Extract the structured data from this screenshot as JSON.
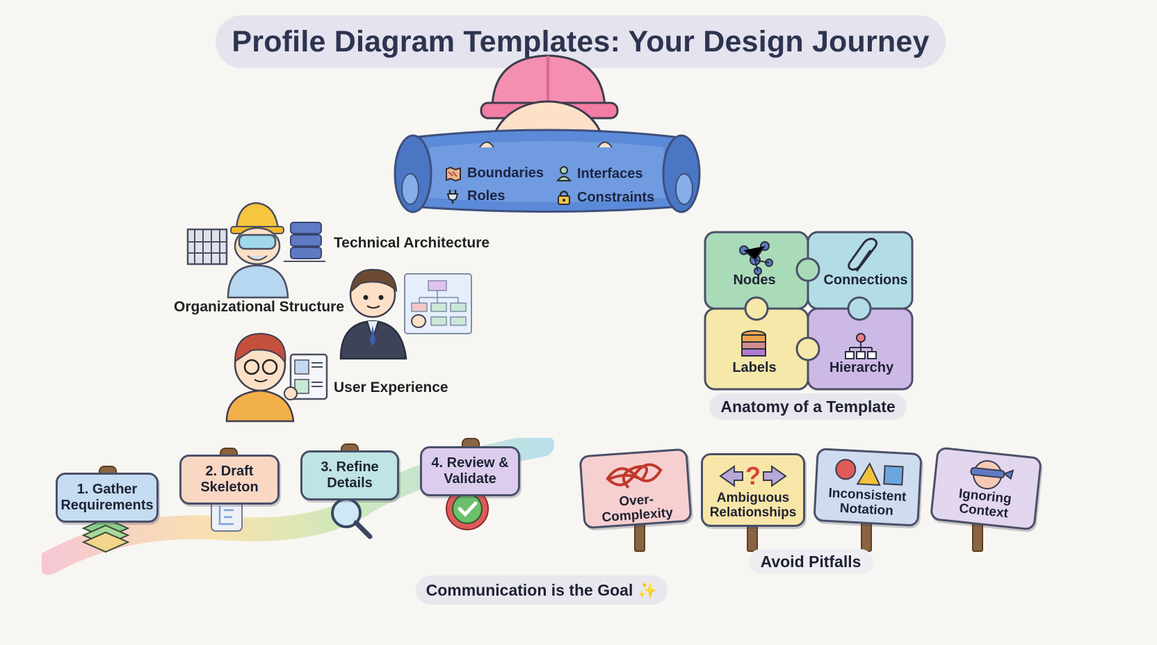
{
  "title": "Profile Diagram Templates: Your Design Journey",
  "scroll": {
    "items": [
      {
        "label": "Boundaries",
        "icon": "map-icon"
      },
      {
        "label": "Interfaces",
        "icon": "person-icon"
      },
      {
        "label": "Roles",
        "icon": "plug-icon"
      },
      {
        "label": "Constraints",
        "icon": "lock-icon"
      }
    ]
  },
  "stakeholders": {
    "technical": "Technical Architecture",
    "organizational": "Organizational Structure",
    "user": "User Experience"
  },
  "anatomy": {
    "title": "Anatomy of a Template",
    "pieces": [
      {
        "label": "Nodes",
        "color": "#a9dbb8"
      },
      {
        "label": "Connections",
        "color": "#b3dde6"
      },
      {
        "label": "Labels",
        "color": "#f6e8a8"
      },
      {
        "label": "Hierarchy",
        "color": "#cdb9e6"
      }
    ]
  },
  "steps": [
    {
      "line1": "1. Gather",
      "line2": "Requirements",
      "color": "#c5dcf2"
    },
    {
      "line1": "2. Draft",
      "line2": "Skeleton",
      "color": "#f9d7c2"
    },
    {
      "line1": "3. Refine",
      "line2": "Details",
      "color": "#bfe4e3"
    },
    {
      "line1": "4. Review &",
      "line2": "Validate",
      "color": "#dccdee"
    }
  ],
  "pitfalls": {
    "title": "Avoid Pitfalls",
    "items": [
      {
        "line1": "Over-Complexity",
        "line2": "",
        "color": "#f6cfd0"
      },
      {
        "line1": "Ambiguous",
        "line2": "Relationships",
        "color": "#f8e6a8"
      },
      {
        "line1": "Inconsistent",
        "line2": "Notation",
        "color": "#cfdcef"
      },
      {
        "line1": "Ignoring",
        "line2": "Context",
        "color": "#e3d6ef"
      }
    ]
  },
  "footer": "Communication is the Goal ✨"
}
